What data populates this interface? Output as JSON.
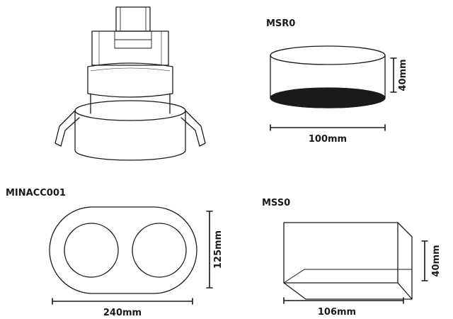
{
  "products": [
    {
      "name": "MSR0",
      "width": "100mm",
      "height": "40mm"
    },
    {
      "name": "MINACC001",
      "width": "240mm",
      "height": "125mm"
    },
    {
      "name": "MSS0",
      "width": "106mm",
      "height": "40mm"
    }
  ],
  "colors": {
    "line": "#1a1a1a",
    "fill": "#ffffff"
  }
}
